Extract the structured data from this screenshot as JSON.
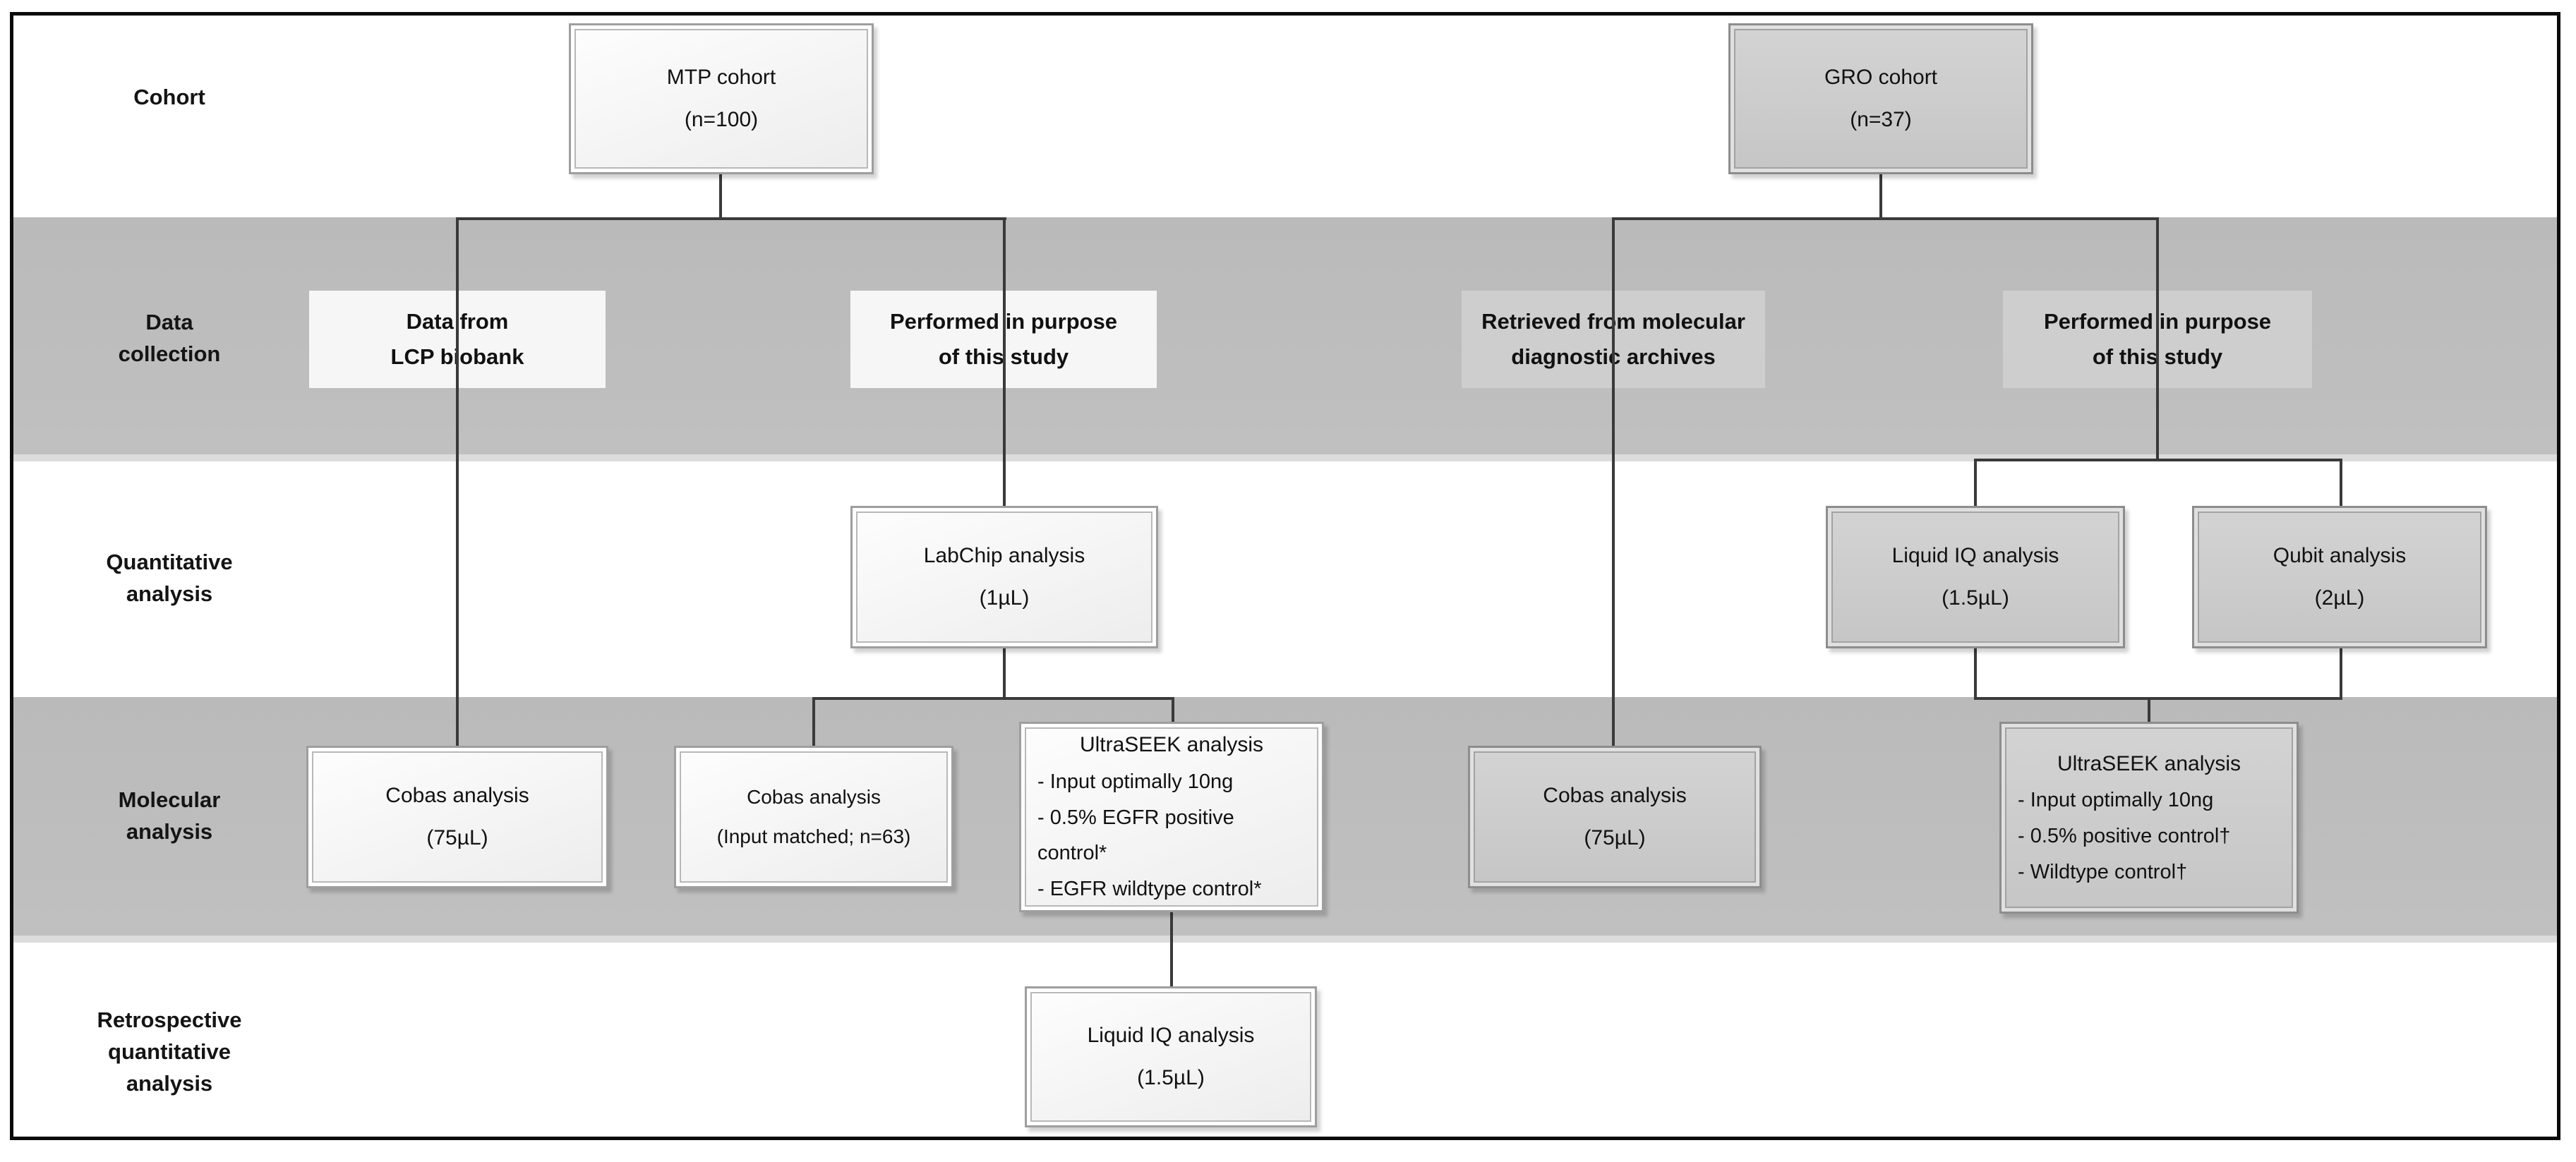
{
  "rows": [
    {
      "id": "cohort",
      "label_lines": [
        "Cohort"
      ]
    },
    {
      "id": "data_collection",
      "label_lines": [
        "Data",
        "collection"
      ]
    },
    {
      "id": "quantitative_analysis",
      "label_lines": [
        "Quantitative",
        "analysis"
      ]
    },
    {
      "id": "molecular_analysis",
      "label_lines": [
        "Molecular",
        "analysis"
      ]
    },
    {
      "id": "retrospective_quantitative_analysis",
      "label_lines": [
        "Retrospective",
        "quantitative",
        "analysis"
      ]
    }
  ],
  "boxes": {
    "mtp_cohort": {
      "line1": "MTP cohort",
      "line2": "(n=100)"
    },
    "gro_cohort": {
      "line1": "GRO cohort",
      "line2": "(n=37)"
    },
    "lcp": {
      "line1": "Data from",
      "line2": "LCP biobank"
    },
    "performed_mtp": {
      "line1": "Performed in purpose",
      "line2": "of this study"
    },
    "retrieved": {
      "line1": "Retrieved from molecular",
      "line2": "diagnostic archives"
    },
    "performed_gro": {
      "line1": "Performed in purpose",
      "line2": "of this study"
    },
    "labchip": {
      "line1": "LabChip analysis",
      "line2": "(1µL)"
    },
    "liquid_iq_gro": {
      "line1": "Liquid IQ analysis",
      "line2": "(1.5µL)"
    },
    "qubit": {
      "line1": "Qubit analysis",
      "line2": "(2µL)"
    },
    "cobas_mtp": {
      "line1": "Cobas analysis",
      "line2": "(75µL)"
    },
    "cobas_matched": {
      "line1": "Cobas analysis",
      "line2": "(Input matched; n=63)"
    },
    "ultraseek_mtp": {
      "title": "UltraSEEK analysis",
      "bullets": [
        "- Input optimally 10ng",
        "- 0.5% EGFR positive control*",
        "- EGFR wildtype control*"
      ]
    },
    "cobas_gro": {
      "line1": "Cobas analysis",
      "line2": "(75µL)"
    },
    "ultraseek_gro": {
      "title": "UltraSEEK analysis",
      "bullets": [
        "- Input optimally 10ng",
        "- 0.5% positive control†",
        "- Wildtype control†"
      ]
    },
    "liquid_iq_retro": {
      "line1": "Liquid IQ analysis",
      "line2": "(1.5µL)"
    }
  },
  "colors": {
    "band_gray": "#bcbcbc",
    "band_bottom_strip": "#dcdcdc",
    "connector_line": "#3a3a3a",
    "box_fill_white": "#f6f6f6",
    "box_fill_gray": "#cecece",
    "box_border": "#9e9e9e",
    "frame_border": "#0b0b0b"
  }
}
